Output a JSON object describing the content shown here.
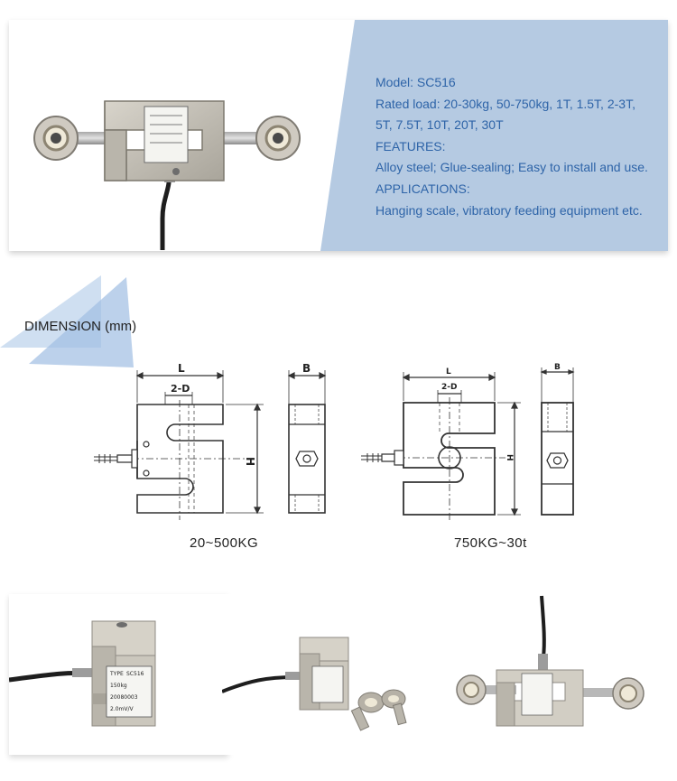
{
  "product": {
    "model": "Model: SC516",
    "rated_load_line1": "Rated load: 20-30kg, 50-750kg, 1T, 1.5T, 2-3T,",
    "rated_load_line2": "5T, 7.5T, 10T, 20T, 30T",
    "features_heading": "FEATURES:",
    "features": "Alloy steel; Glue-sealing; Easy to install and use.",
    "applications_heading": "APPLICATIONS:",
    "applications": "Hanging scale, vibratory feeding equipment etc."
  },
  "dimension": {
    "title": "DIMENSION (mm)",
    "small_model": {
      "caption": "20~500KG",
      "label_length": "L",
      "label_slot": "2-D",
      "label_height": "H",
      "label_width": "B"
    },
    "large_model": {
      "caption": "750KG~30t",
      "label_length": "L",
      "label_slot": "2-D",
      "label_height": "H",
      "label_width": "B"
    }
  },
  "nameplate": {
    "type_label": "TYPE",
    "model_value": "SC516",
    "capacity_value": "150kg",
    "serial_value": "20080003",
    "output_value": "2.0mV/V"
  },
  "colors": {
    "banner_blue": "#b5cae2",
    "text_blue": "#2e64a8",
    "metal": "#c9c5bc",
    "metal_dark": "#8f8b83",
    "cable": "#1e1e1e"
  },
  "icons": [
    "s-type-load-cell-image",
    "rod-end-bearing-icon",
    "triangle-decoration-icon"
  ]
}
